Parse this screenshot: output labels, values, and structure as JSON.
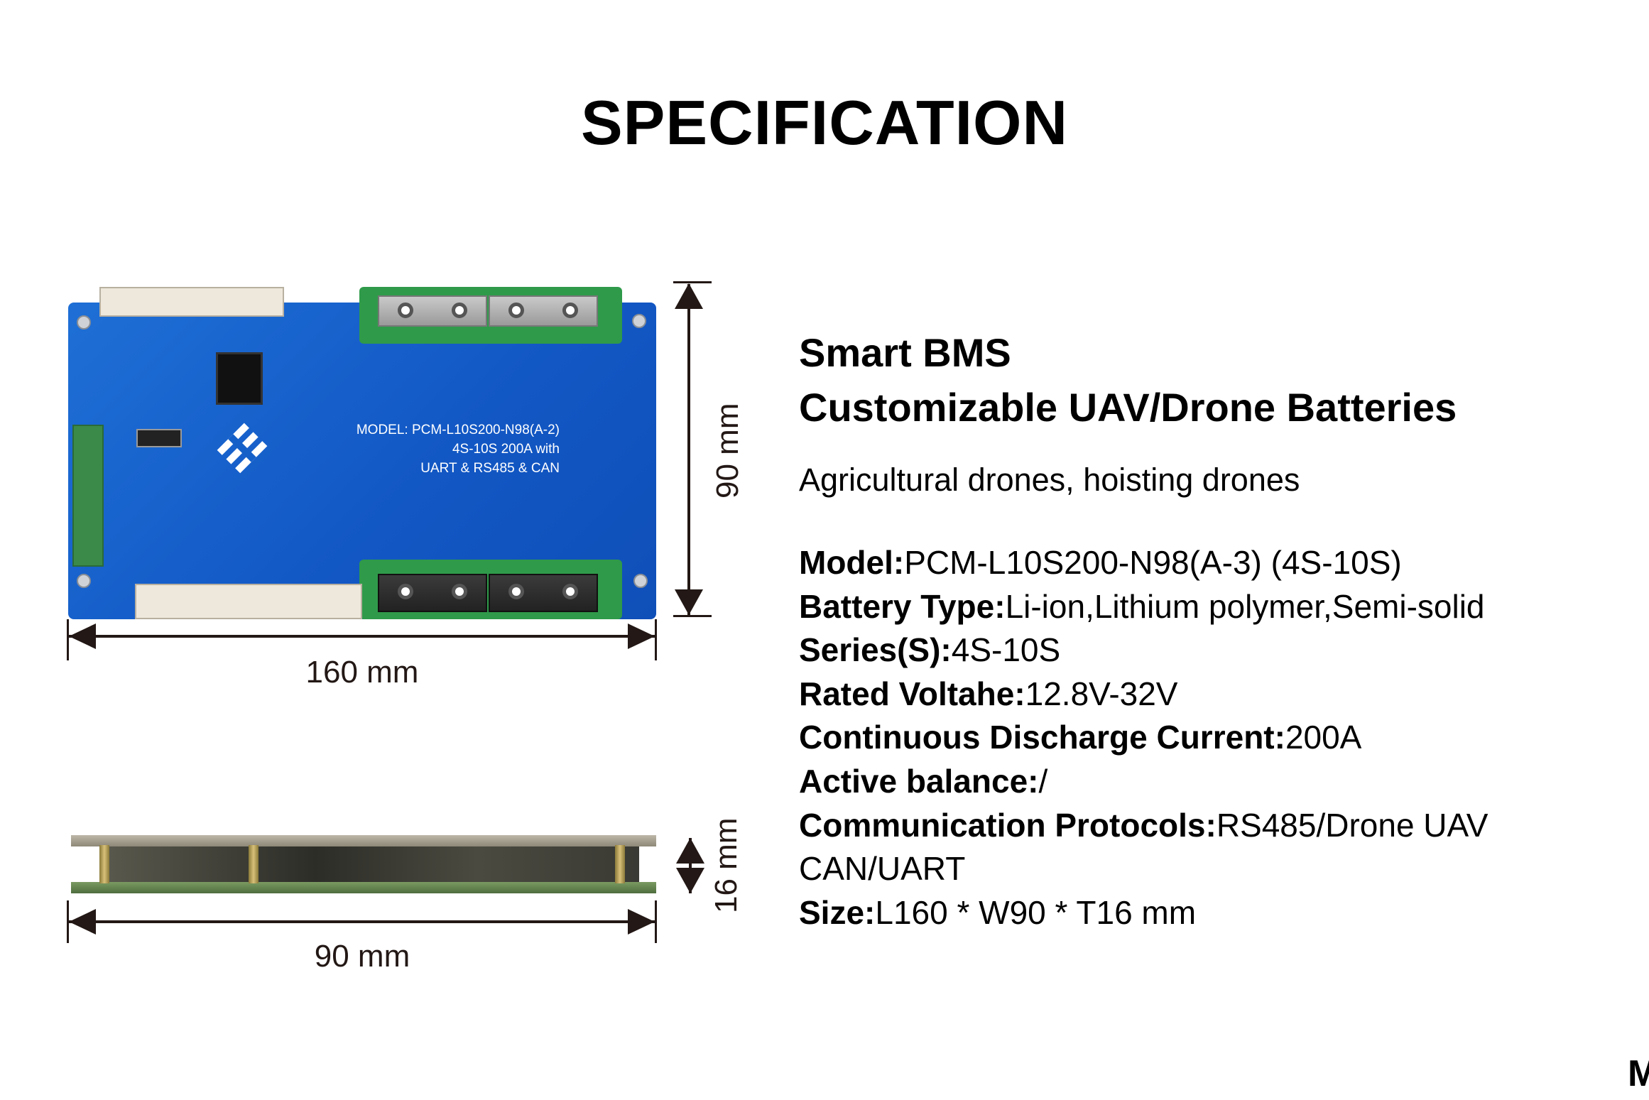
{
  "title": "SPECIFICATION",
  "board": {
    "label_lines": [
      "MODEL: PCM-L10S200-N98(A-2)",
      "4S-10S 200A with",
      "UART & RS485 & CAN"
    ],
    "pcb_color": "#1560c8"
  },
  "dimensions": {
    "top_length": "160 mm",
    "top_width": "90 mm",
    "side_width": "90 mm",
    "side_thickness": "16 mm"
  },
  "heading": {
    "line1": "Smart BMS",
    "line2": "Customizable UAV/Drone Batteries"
  },
  "subtitle": "Agricultural drones, hoisting drones",
  "specs": [
    {
      "key": "Model:",
      "value": "PCM-L10S200-N98(A-3) (4S-10S)"
    },
    {
      "key": "Battery Type:",
      "value": "Li-ion,Lithium polymer,Semi-solid"
    },
    {
      "key": "Series(S):",
      "value": "4S-10S"
    },
    {
      "key": "Rated Voltahe:",
      "value": "12.8V-32V"
    },
    {
      "key": "Continuous Discharge Current:",
      "value": "200A"
    },
    {
      "key": "Active balance:",
      "value": "/"
    },
    {
      "key": "Communication Protocols:",
      "value": "RS485/Drone UAV"
    },
    {
      "key": "",
      "value": "CAN/UART"
    },
    {
      "key": "Size:",
      "value": "L160 * W90 * T16 mm"
    }
  ],
  "corner_text": "M"
}
